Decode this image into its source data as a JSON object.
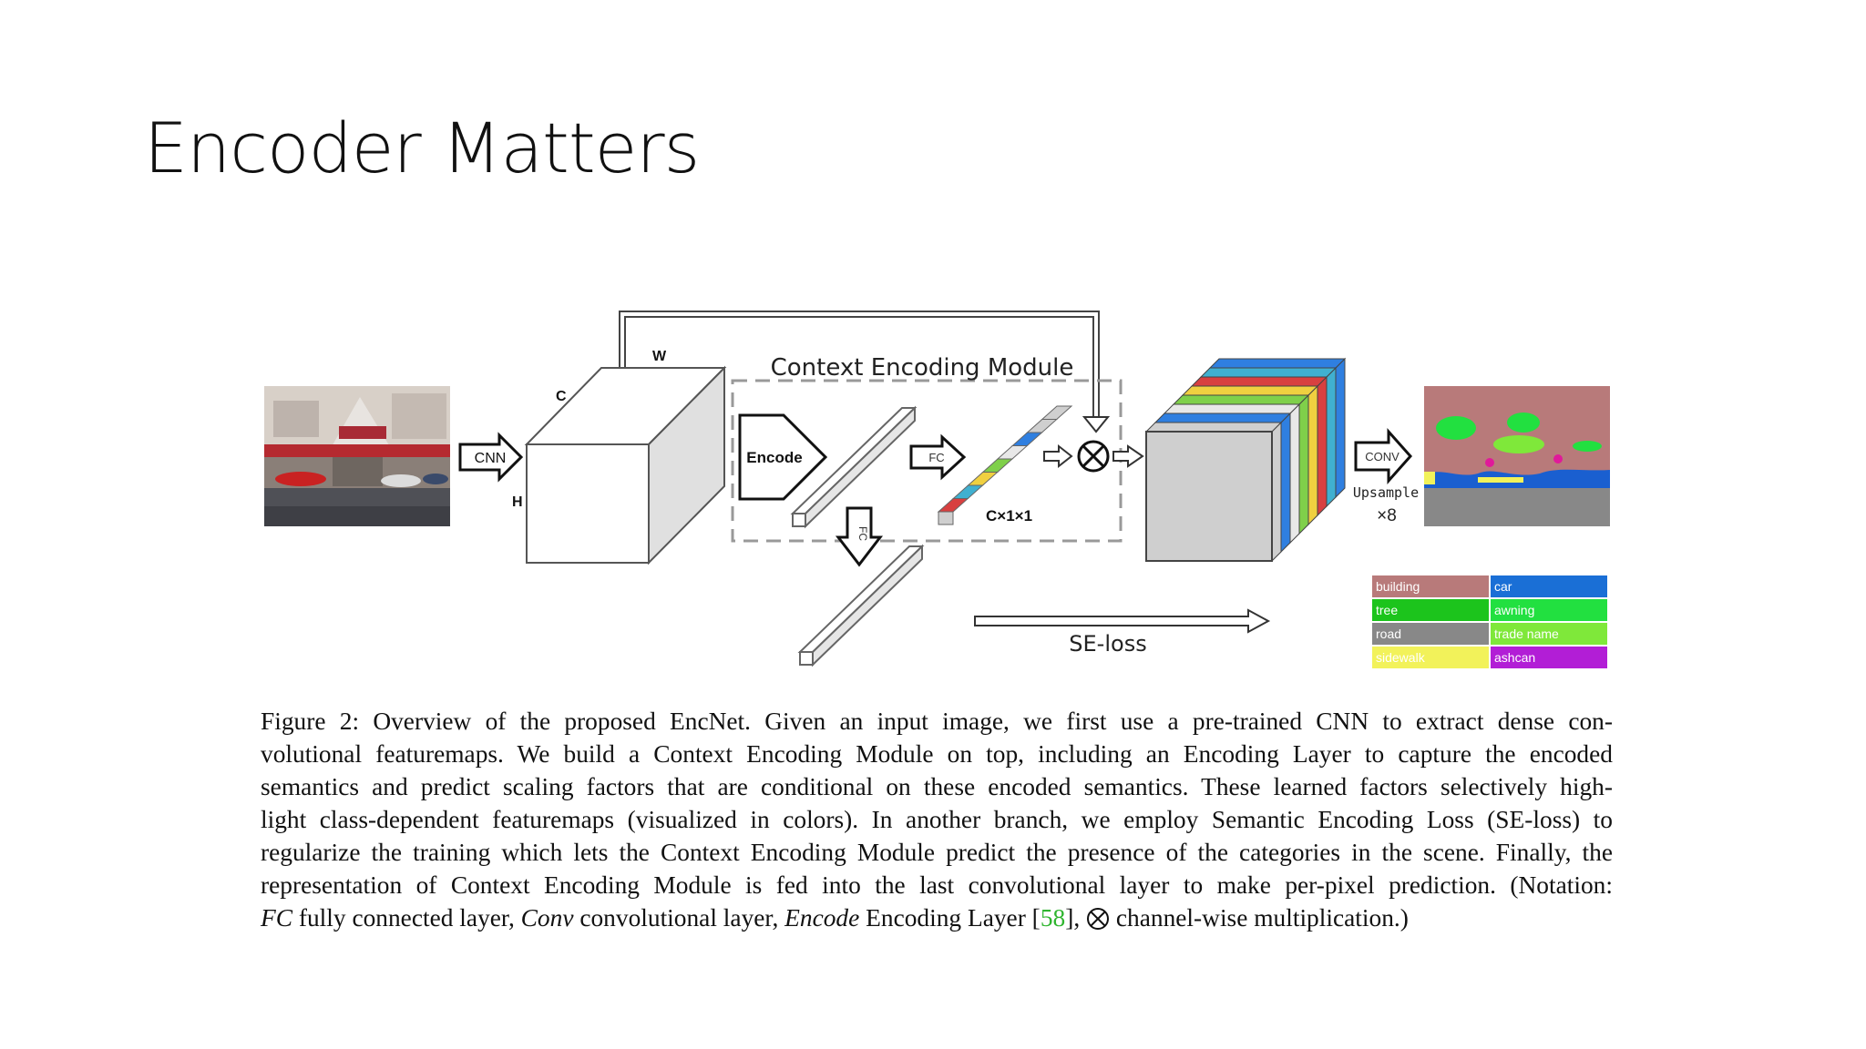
{
  "slide": {
    "title": "Encoder Matters"
  },
  "diagram": {
    "labels": {
      "cnn": "CNN",
      "w": "W",
      "c": "C",
      "h": "H",
      "module": "Context Encoding Module",
      "encode": "Encode",
      "fc_top": "FC",
      "fc_down": "FC",
      "cx11": "C×1×1",
      "conv": "CONV",
      "upsample": "Upsample",
      "x8": "×8",
      "se_loss": "SE-loss"
    },
    "legend": [
      {
        "name": "building",
        "color": "#b87a7a"
      },
      {
        "name": "car",
        "color": "#1a6fd6"
      },
      {
        "name": "tree",
        "color": "#1cc41c"
      },
      {
        "name": "awning",
        "color": "#22e040"
      },
      {
        "name": "road",
        "color": "#888888"
      },
      {
        "name": "trade name",
        "color": "#7fe83a"
      },
      {
        "name": "sidewalk",
        "color": "#f2f25a"
      },
      {
        "name": "ashcan",
        "color": "#b21ed6"
      }
    ],
    "feature_colors": [
      "#2f7fe0",
      "#e8e8e8",
      "#7fd04a",
      "#f0d040",
      "#d84040",
      "#40b0d0"
    ],
    "cx11_colors": [
      "#2f7fe0",
      "#e8e8e8",
      "#7fd04a",
      "#f0d040",
      "#40b0d0",
      "#d84040"
    ]
  },
  "caption": {
    "line1": "Figure 2: Overview of the proposed EncNet. Given an input image, we first use a pre-trained CNN to extract dense con-",
    "line2": "volutional featuremaps. We build a Context Encoding Module on top, including an Encoding Layer to capture the encoded",
    "line3": "semantics and predict scaling factors that are conditional on these encoded semantics. These learned factors selectively high-",
    "line4": "light class-dependent featuremaps (visualized in colors). In another branch, we employ Semantic Encoding Loss (SE-loss) to",
    "line5": "regularize the training which lets the Context Encoding Module predict the presence of the categories in the scene. Finally, the",
    "line6": "representation of Context Encoding Module is fed into the last convolutional layer to make per-pixel prediction. (Notation:",
    "l7_fc": "FC",
    "l7_a": " fully connected layer, ",
    "l7_conv": "Conv",
    "l7_b": " convolutional layer, ",
    "l7_encode": "Encode",
    "l7_c": " Encoding Layer [",
    "l7_cite": "58",
    "l7_d": "], ",
    "l7_e": " channel-wise multiplication.)"
  }
}
